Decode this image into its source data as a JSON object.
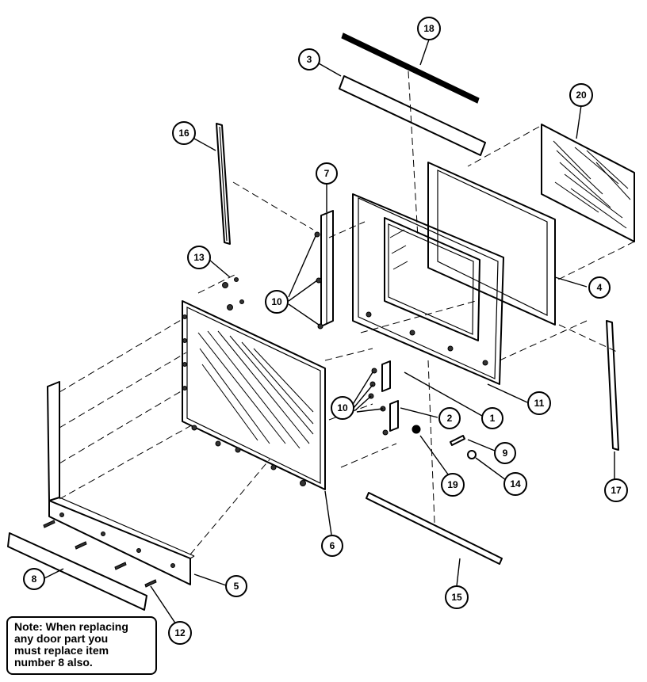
{
  "callouts": {
    "c1": "1",
    "c2": "2",
    "c3": "3",
    "c4": "4",
    "c5": "5",
    "c6": "6",
    "c7": "7",
    "c8": "8",
    "c9": "9",
    "c10a": "10",
    "c10b": "10",
    "c11": "11",
    "c12": "12",
    "c13": "13",
    "c14": "14",
    "c15": "15",
    "c16": "16",
    "c17": "17",
    "c18": "18",
    "c19": "19",
    "c20": "20"
  },
  "note": {
    "line1": "Note:  When replacing",
    "line2": "any door part you",
    "line3": "must replace item",
    "line4": "number 8 also."
  }
}
